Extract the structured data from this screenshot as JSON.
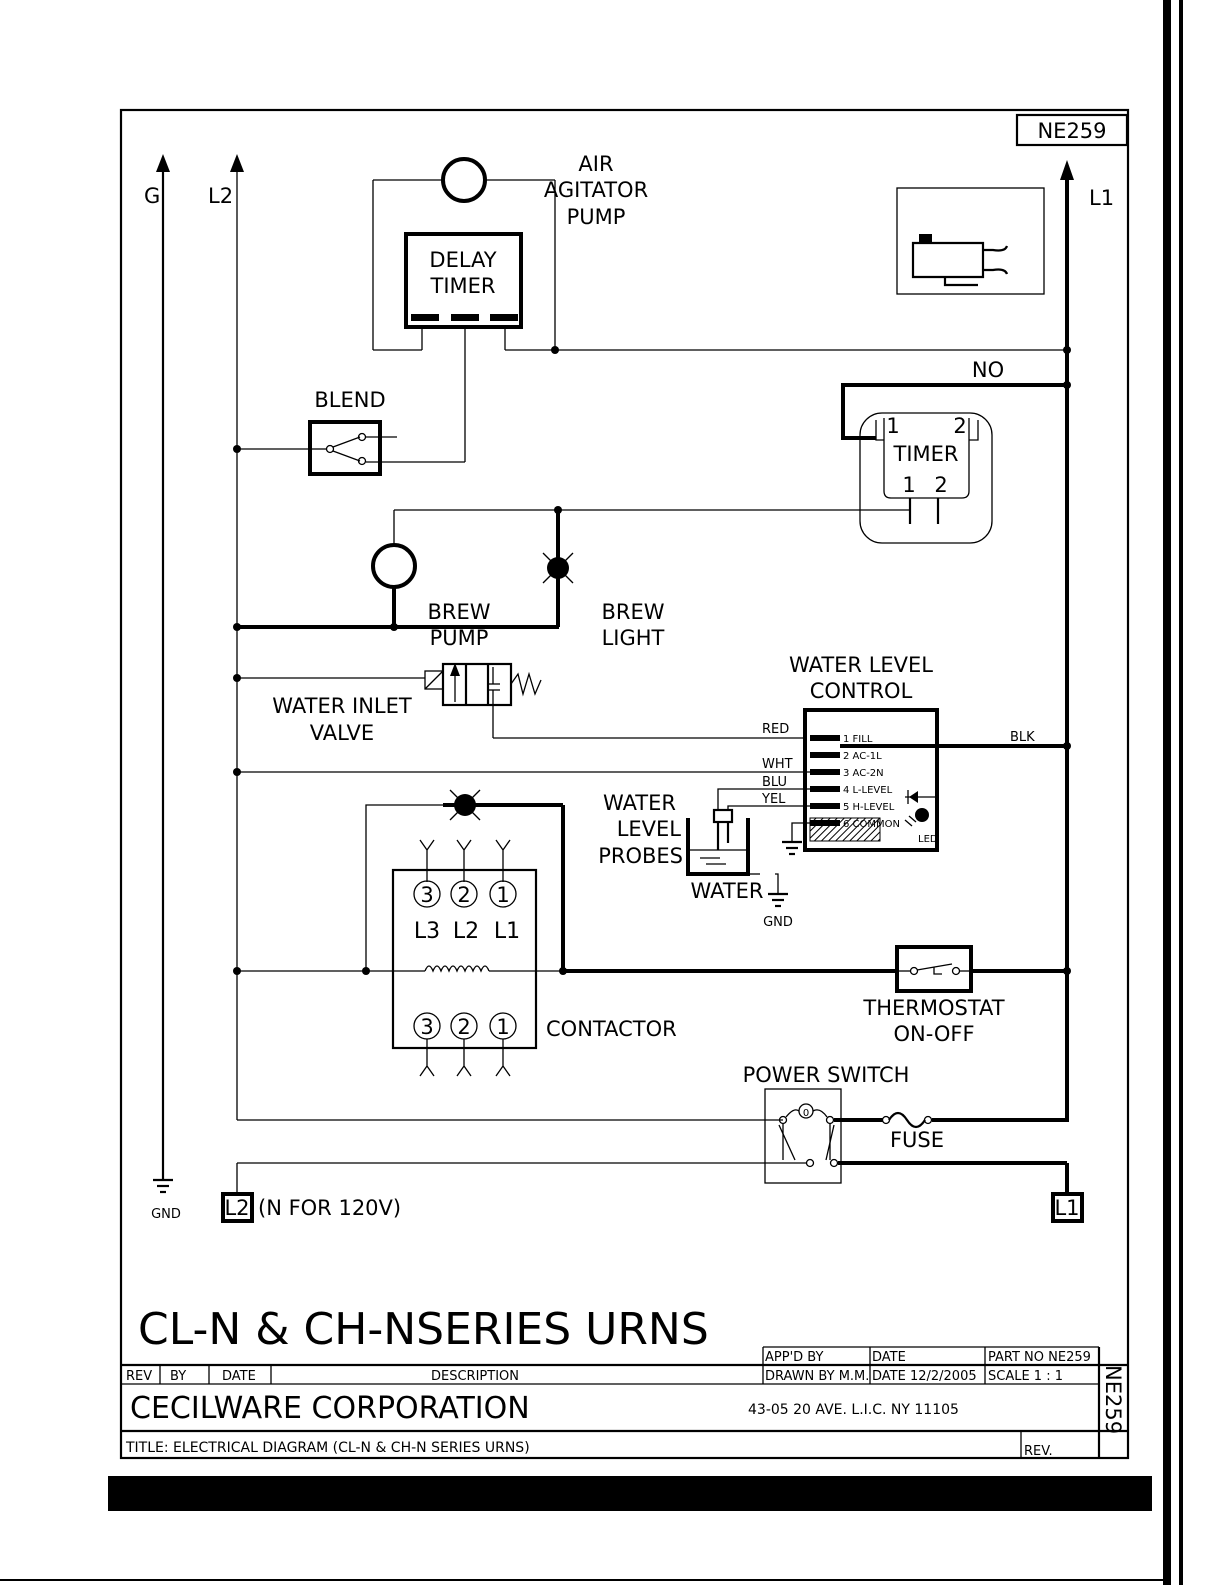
{
  "drawing_number": "NE259",
  "rails": {
    "g": "G",
    "l2": "L2",
    "l1": "L1"
  },
  "components": {
    "air_agitator_pump": [
      "AIR",
      "AGITATOR",
      "PUMP"
    ],
    "delay_timer": [
      "DELAY",
      "TIMER"
    ],
    "blend": "BLEND",
    "no": "NO",
    "timer": {
      "label": "TIMER",
      "top_left": "1",
      "top_right": "2",
      "bottom_left": "1",
      "bottom_right": "2"
    },
    "brew_pump": [
      "BREW",
      "PUMP"
    ],
    "brew_light": [
      "BREW",
      "LIGHT"
    ],
    "water_inlet_valve": [
      "WATER INLET",
      "VALVE"
    ],
    "water_level_control": {
      "title": [
        "WATER LEVEL",
        "CONTROL"
      ],
      "terminals": [
        "1 FILL",
        "2 AC-1L",
        "3 AC-2N",
        "4 L-LEVEL",
        "5 H-LEVEL",
        "6 COMMON"
      ],
      "led": "LED"
    },
    "wires": {
      "red": "RED",
      "wht": "WHT",
      "blu": "BLU",
      "yel": "YEL",
      "blk": "BLK"
    },
    "water_level_probes": [
      "WATER",
      "LEVEL",
      "PROBES"
    ],
    "water": "WATER",
    "gnd": "GND",
    "contactor": {
      "label": "CONTACTOR",
      "top_numbers": [
        "3",
        "2",
        "1"
      ],
      "phases": [
        "L3",
        "L2",
        "L1"
      ],
      "bottom_numbers": [
        "3",
        "2",
        "1"
      ]
    },
    "thermostat": [
      "THERMOSTAT",
      "ON-OFF"
    ],
    "power_switch": {
      "label": "POWER SWITCH",
      "mark": "0"
    },
    "fuse": "FUSE",
    "terminal_l2": "L2",
    "terminal_l2_note": "(N FOR 120V)",
    "terminal_l1": "L1"
  },
  "title_block": {
    "big_title": "CL-N & CH-NSERIES URNS",
    "appd_by": "APP'D BY",
    "date_label": "DATE",
    "part_no": "PART NO NE259",
    "rev": "REV",
    "by": "BY",
    "date_col": "DATE",
    "description": "DESCRIPTION",
    "drawn_by": "DRAWN BY M.M.",
    "date_value": "DATE 12/2/2005",
    "scale": "SCALE 1 : 1",
    "company": "CECILWARE CORPORATION",
    "address": "43-05 20 AVE. L.I.C. NY 11105",
    "title_line": "TITLE: ELECTRICAL DIAGRAM (CL-N & CH-N SERIES URNS)",
    "rev_short": "REV.",
    "side_number": "NE259"
  }
}
